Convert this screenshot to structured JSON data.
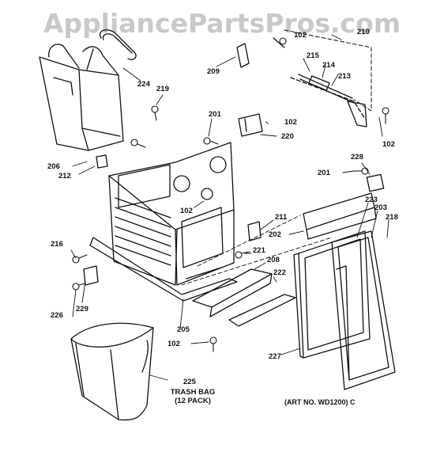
{
  "watermark": "AppliancePartsPros.com",
  "labels": {
    "l_209": "209",
    "l_102a": "102",
    "l_210": "210",
    "l_215": "215",
    "l_214": "214",
    "l_213": "213",
    "l_102b": "102",
    "l_224": "224",
    "l_219": "219",
    "l_201a": "201",
    "l_102c": "102",
    "l_220": "220",
    "l_206": "206",
    "l_212": "212",
    "l_228": "228",
    "l_201b": "201",
    "l_102d": "102",
    "l_223": "223",
    "l_203": "203",
    "l_218": "218",
    "l_211": "211",
    "l_202": "202",
    "l_216": "216",
    "l_221": "221",
    "l_208": "208",
    "l_222": "222",
    "l_229": "229",
    "l_226": "226",
    "l_205": "205",
    "l_102e": "102",
    "l_227": "227",
    "l_225": "225"
  },
  "caption": {
    "line1": "TRASH BAG",
    "line2": "(12 PACK)"
  },
  "art_number": "(ART NO. WD1200) C"
}
